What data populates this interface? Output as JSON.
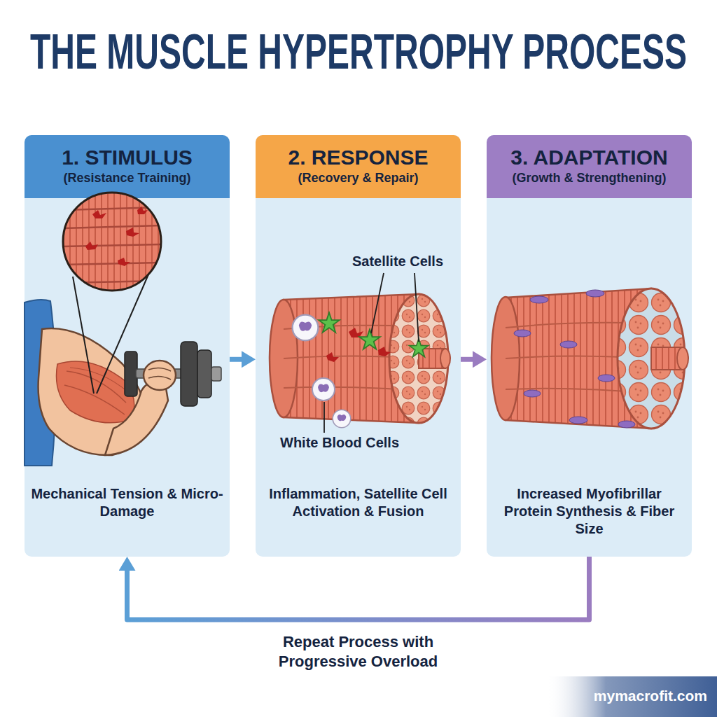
{
  "diagram": {
    "title": "THE MUSCLE HYPERTROPHY PROCESS",
    "nodes": [
      {
        "text": [
          "1. STIMULUS",
          "(Resistance Training)",
          "Mechanical Tension & Micro-Damage"
        ]
      },
      {
        "text": [
          "2. RESPONSE",
          "(Recovery & Repair)",
          "Inflammation, Satellite Cell Activation & Fusion"
        ]
      },
      {
        "text": [
          "3. ADAPTATION",
          "(Growth & Strengthening)",
          "Increased Myofibrillar Protein Synthesis & Fiber Size"
        ]
      }
    ],
    "edges": [
      {
        "from": 0,
        "to": 1,
        "arrow": "to"
      },
      {
        "from": 1,
        "to": 2,
        "arrow": "to"
      },
      {
        "from": 2,
        "to": 0,
        "label": "Repeat Process with Progressive Overload",
        "arrow": "to"
      }
    ],
    "labels": [
      "Satellite Cells",
      "White Blood Cells",
      "mymacrofit.com"
    ]
  }
}
